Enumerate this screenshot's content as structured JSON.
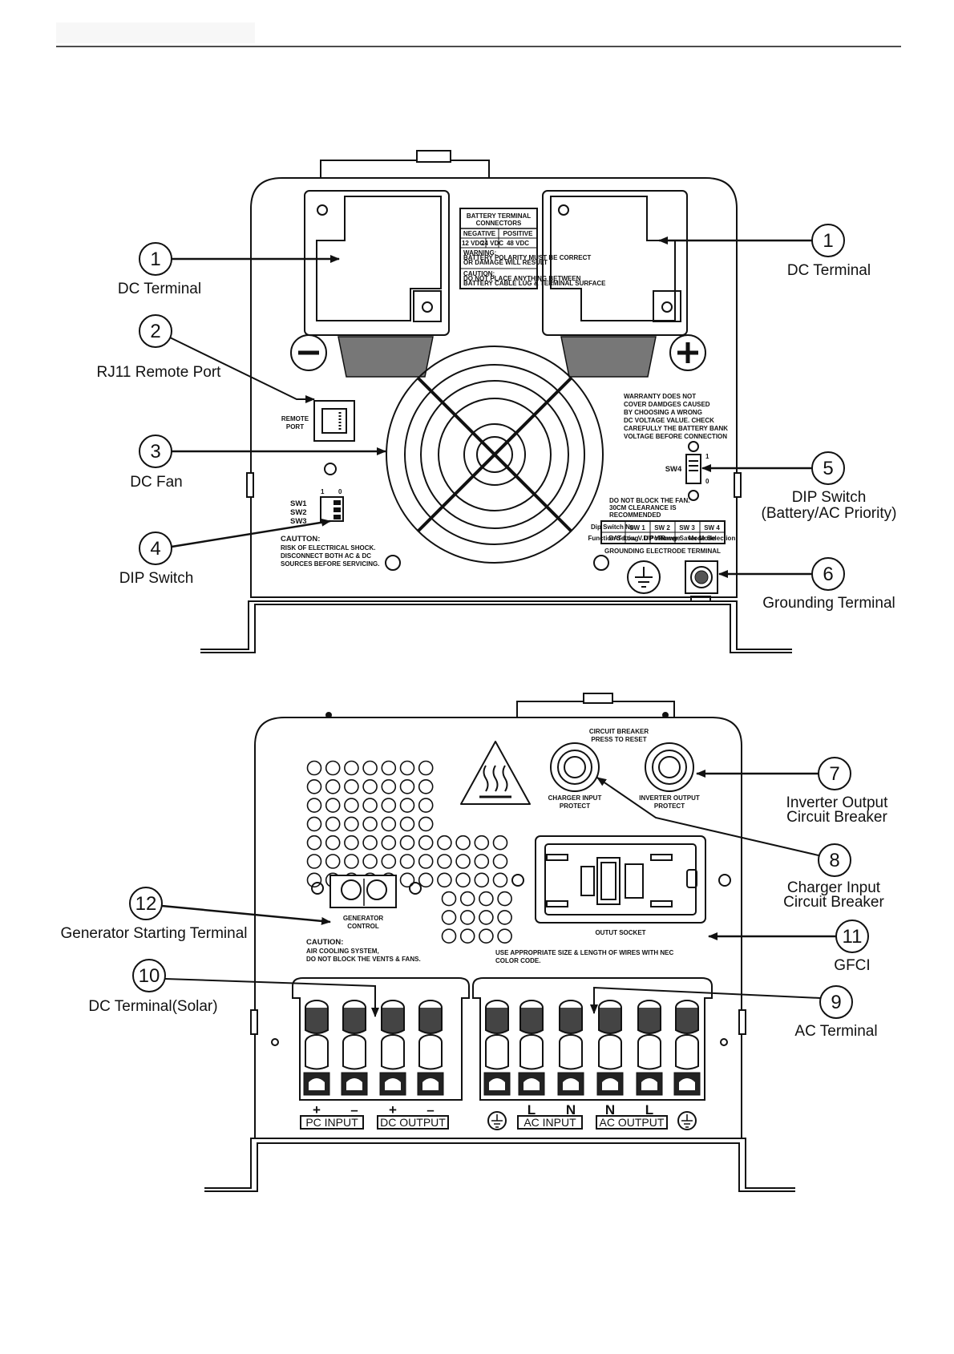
{
  "top_unit": {
    "battery_label": {
      "title_line1": "BATTERY TERMINAL",
      "title_line2": "CONNECTORS",
      "negative": "NEGATIVE",
      "positive": "POSITIVE",
      "v12": "12 VDC",
      "v24": "24 VDC",
      "v48": "48 VDC",
      "warning_1": "WARNING:",
      "warning_2": "BATTERY POLARITY MUST BE CORRECT",
      "warning_3": "OR DAMAGE WILL RESULT",
      "caution_1": "CAUTION:",
      "caution_2": "DO NOT PLACE ANYTHING BETWEEN",
      "caution_3": "BATTERY CABLE LUG & TERMINAL SURFACE"
    },
    "remote_port_line1": "REMOTE",
    "remote_port_line2": "PORT",
    "warranty_lines": [
      "WARRANTY DOES NOT",
      "COVER DAMDGES CAUSED",
      "BY CHOOSING A WRONG",
      "DC VOLTAGE VALUE. CHECK",
      "CAREFULLY THE BATTERY BANK",
      "VOLTAGE BEFORE CONNECTION"
    ],
    "sw4": "SW4",
    "sw4_top": "1",
    "sw4_bottom": "0",
    "fan_notice_lines": [
      "DO NOT BLOCK THE FAN.",
      "30CM CLEARANCE IS",
      "RECOMMENDED"
    ],
    "dip_table_headers": [
      "Dip Switch No.",
      "SW 1",
      "SW 2",
      "SW 3",
      "SW 4"
    ],
    "dip_table_row": [
      "Function Setting",
      "BAT Low V.D Point",
      "UP V Range",
      "Power Saver Mode",
      "Mode Selection"
    ],
    "grounding_text": "GROUNDING ELECTRODE TERMINAL",
    "sw_labels": [
      "SW1",
      "SW2",
      "SW3"
    ],
    "sw_scale_1": "1",
    "sw_scale_0": "0",
    "caution_lines": [
      "CAUTTON:",
      "RISK OF ELECTRICAL SHOCK.",
      "DISCONNECT BOTH AC & DC",
      "SOURCES BEFORE SERVICING."
    ]
  },
  "bottom_unit": {
    "circuit_breaker_line1": "CIRCUIT BREAKER",
    "circuit_breaker_line2": "PRESS TO RESET",
    "charger_input_line1": "CHARGER INPUT",
    "charger_input_line2": "PROTECT",
    "inverter_output_line1": "INVERTER OUTPUT",
    "inverter_output_line2": "PROTECT",
    "socket_label": "OUTUT SOCKET",
    "generator_line1": "GENERATOR",
    "generator_line2": "CONTROL",
    "caution_lines": [
      "CAUTION:",
      "AIR COOLING SYSTEM,",
      "DO NOT BLOCK THE VENTS & FANS."
    ],
    "wire_note_lines": [
      "USE APPROPRIATE SIZE & LENGTH OF WIRES WITH NEC",
      "COLOR CODE."
    ],
    "dc_symbols": [
      "+",
      "–",
      "+",
      "–"
    ],
    "pc_input": "PC INPUT",
    "dc_output": "DC OUTPUT",
    "ac_symbols": [
      "L",
      "N",
      "N",
      "L"
    ],
    "ac_input": "AC INPUT",
    "ac_output": "AC OUTPUT"
  },
  "callouts": [
    {
      "num": "1",
      "label": "DC Terminal"
    },
    {
      "num": "1",
      "label": "DC Terminal"
    },
    {
      "num": "2",
      "label": "RJ11 Remote Port"
    },
    {
      "num": "3",
      "label": "DC Fan"
    },
    {
      "num": "4",
      "label": "DIP Switch"
    },
    {
      "num": "5",
      "label": "DIP Switch",
      "label2": "(Battery/AC Priority)"
    },
    {
      "num": "6",
      "label": "Grounding Terminal"
    },
    {
      "num": "7",
      "label": "Inverter Output",
      "label2": "Circuit Breaker"
    },
    {
      "num": "8",
      "label": "Charger Input",
      "label2": "Circuit Breaker"
    },
    {
      "num": "9",
      "label": "AC Terminal"
    },
    {
      "num": "10",
      "label": "DC Terminal(Solar)"
    },
    {
      "num": "11",
      "label": "GFCI"
    },
    {
      "num": "12",
      "label": "Generator Starting Terminal"
    }
  ]
}
